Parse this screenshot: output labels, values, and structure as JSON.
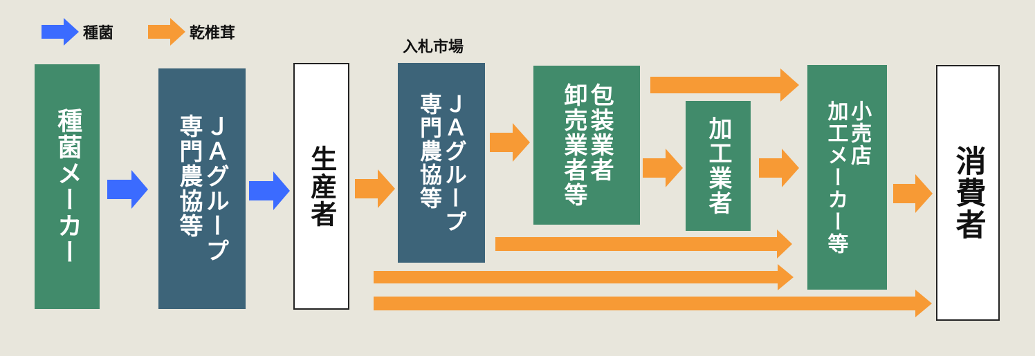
{
  "colors": {
    "seed_arrow": "#3b6bff",
    "dried_arrow": "#f79a35",
    "green_box": "#418b6b",
    "navy_box": "#3d6479"
  },
  "legend": {
    "seed": "種菌",
    "dried": "乾椎茸"
  },
  "market_label": "入札市場",
  "nodes": {
    "seed_maker": "種菌メーカー",
    "ja_seed": "ＪＡグループ\n専門農協等",
    "producer": "生産者",
    "ja_market": "ＪＡグループ\n専門農協等",
    "wholesale": "包装業者\n卸売業者等",
    "processor": "加工業者",
    "retail": "小売店\n加工メーカー等",
    "consumer": "消費者"
  }
}
